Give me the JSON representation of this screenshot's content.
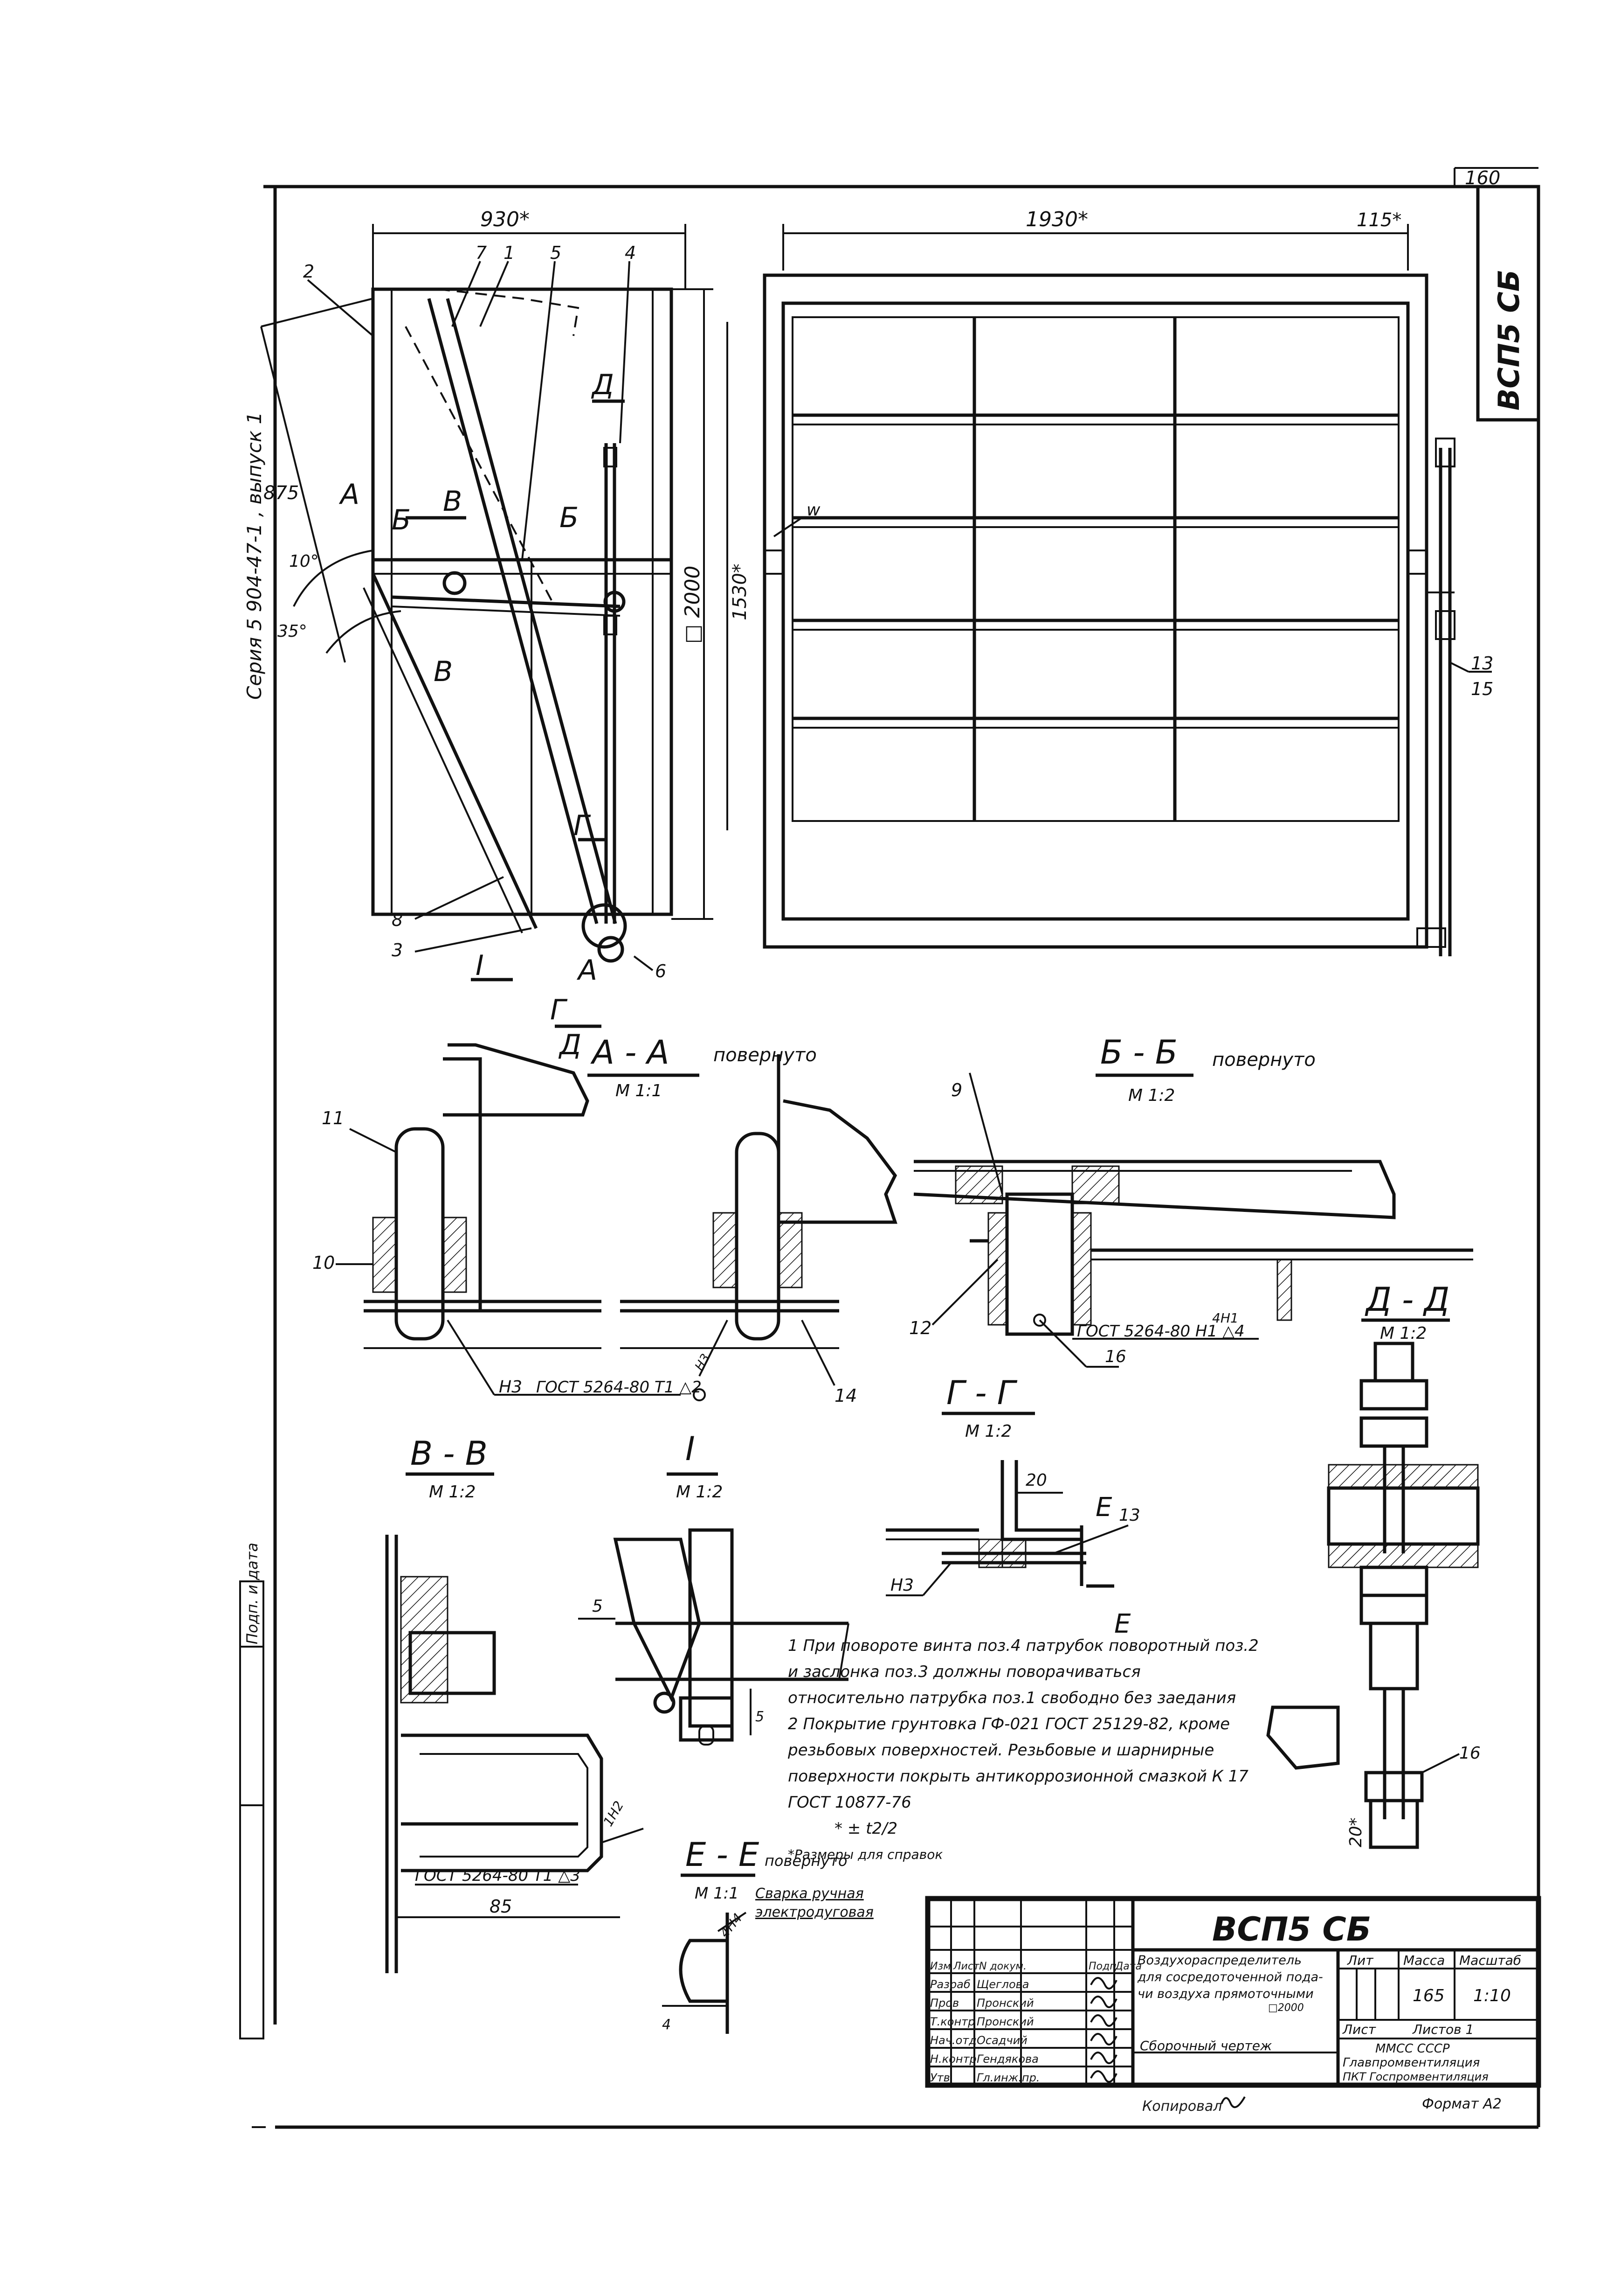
{
  "sheet": {
    "page_number": "160",
    "series_side_label": "Серия 5 904-47-1 , выпуск 1",
    "stamp_side_label": "Подп. и дата",
    "copied_label": "Копировал"
  },
  "corner_stamp": {
    "code": "ВСП5 СБ"
  },
  "main_views": {
    "side_dims": {
      "width": "930*",
      "height": "□ 2000",
      "diag": "875"
    },
    "side_angles": [
      "10°",
      "35°"
    ],
    "side_callouts": [
      "2",
      "7",
      "1",
      "5",
      "4",
      "8",
      "3",
      "6"
    ],
    "section_marks": [
      "А",
      "Б",
      "В",
      "Б",
      "В",
      "Д",
      "Г",
      "Г",
      "Д",
      "А",
      "I"
    ],
    "front_dims": {
      "width": "1930*",
      "side": "115*",
      "height": "1530*",
      "weld": "w"
    },
    "front_callouts": [
      "13",
      "15"
    ]
  },
  "sections": {
    "aa": {
      "title": "А - А",
      "qualifier": "повернуто",
      "scale": "М 1:1",
      "callouts": [
        "11",
        "10",
        "14"
      ],
      "weld": "ГОСТ 5264-80 Т1 △2",
      "weld_mark": "Н3",
      "weld_small": "Н3"
    },
    "bb": {
      "title": "Б - Б",
      "qualifier": "повернуто",
      "scale": "М 1:2",
      "callouts": [
        "9",
        "12",
        "16"
      ],
      "weld": "ГОСТ 5264-80 Н1 △4",
      "weld_small": "4Н1"
    },
    "dd": {
      "title": "Д - Д",
      "scale": "М 1:2",
      "callouts": [
        "16"
      ],
      "dim": "20*"
    },
    "vv": {
      "title": "В - В",
      "scale": "М 1:2",
      "weld": "ГОСТ 5264-80 Т1 △3",
      "weld_small": "1Н2",
      "dim": "85"
    },
    "i": {
      "title": "I",
      "scale": "М 1:2",
      "dims": [
        "5",
        "5"
      ]
    },
    "gg": {
      "title": "Г - Г",
      "scale": "М 1:2",
      "dim": "20",
      "mark": "Е",
      "callouts": [
        "13"
      ],
      "weld_mark": "Н3"
    },
    "ee": {
      "title": "Е - Е",
      "qualifier": "повернуто",
      "scale": "М 1:1",
      "weld_note": "Сварка ручная электродуговая",
      "weld_small": "4Н4",
      "dim": "4"
    }
  },
  "notes": [
    "1 При повороте винта поз.4 патрубок поворотный поз.2 и заслонка поз.3 должны поворачиваться относительно патрубка поз.1 свободно без заедания",
    "2 Покрытие грунтовка ГФ-021 ГОСТ 25129-82, кроме резьбовых поверхностей. Резьбовые и шарнирные поверхности покрыть антикоррозионной смазкой К 17 ГОСТ 10877-76",
    "* ± t2/2",
    "*Размеры для справок"
  ],
  "title_block": {
    "designation": "ВСП5 СБ",
    "name_lines": [
      "Воздухораспределитель",
      "для сосредоточенной пода-",
      "чи воздуха прямоточными",
      "□2000"
    ],
    "doc_type": "Сборочный чертеж",
    "headers": {
      "lit": "Лит",
      "mass": "Масса",
      "scale": "Масштаб"
    },
    "values": {
      "lit": "",
      "mass": "165",
      "scale": "1:10"
    },
    "sheet_row": {
      "sheet": "Лист",
      "sheets": "Листов 1"
    },
    "org_lines": [
      "ММСС СССР",
      "Главпромвентиляция",
      "ПКТ Госпромвентиляция"
    ],
    "format": "Формат А2",
    "rev_header": [
      "Изм",
      "Лист",
      "N докум.",
      "Подп",
      "Дата"
    ],
    "roles": [
      {
        "role": "Разраб",
        "name": "Щеглова"
      },
      {
        "role": "Пров",
        "name": "Пронский"
      },
      {
        "role": "Т.контр",
        "name": "Пронский"
      },
      {
        "role": "Нач.отд",
        "name": "Осадчий"
      },
      {
        "role": "Н.контр",
        "name": "Гендякова"
      },
      {
        "role": "Утв",
        "name": "Гл.инж.пр."
      }
    ]
  }
}
